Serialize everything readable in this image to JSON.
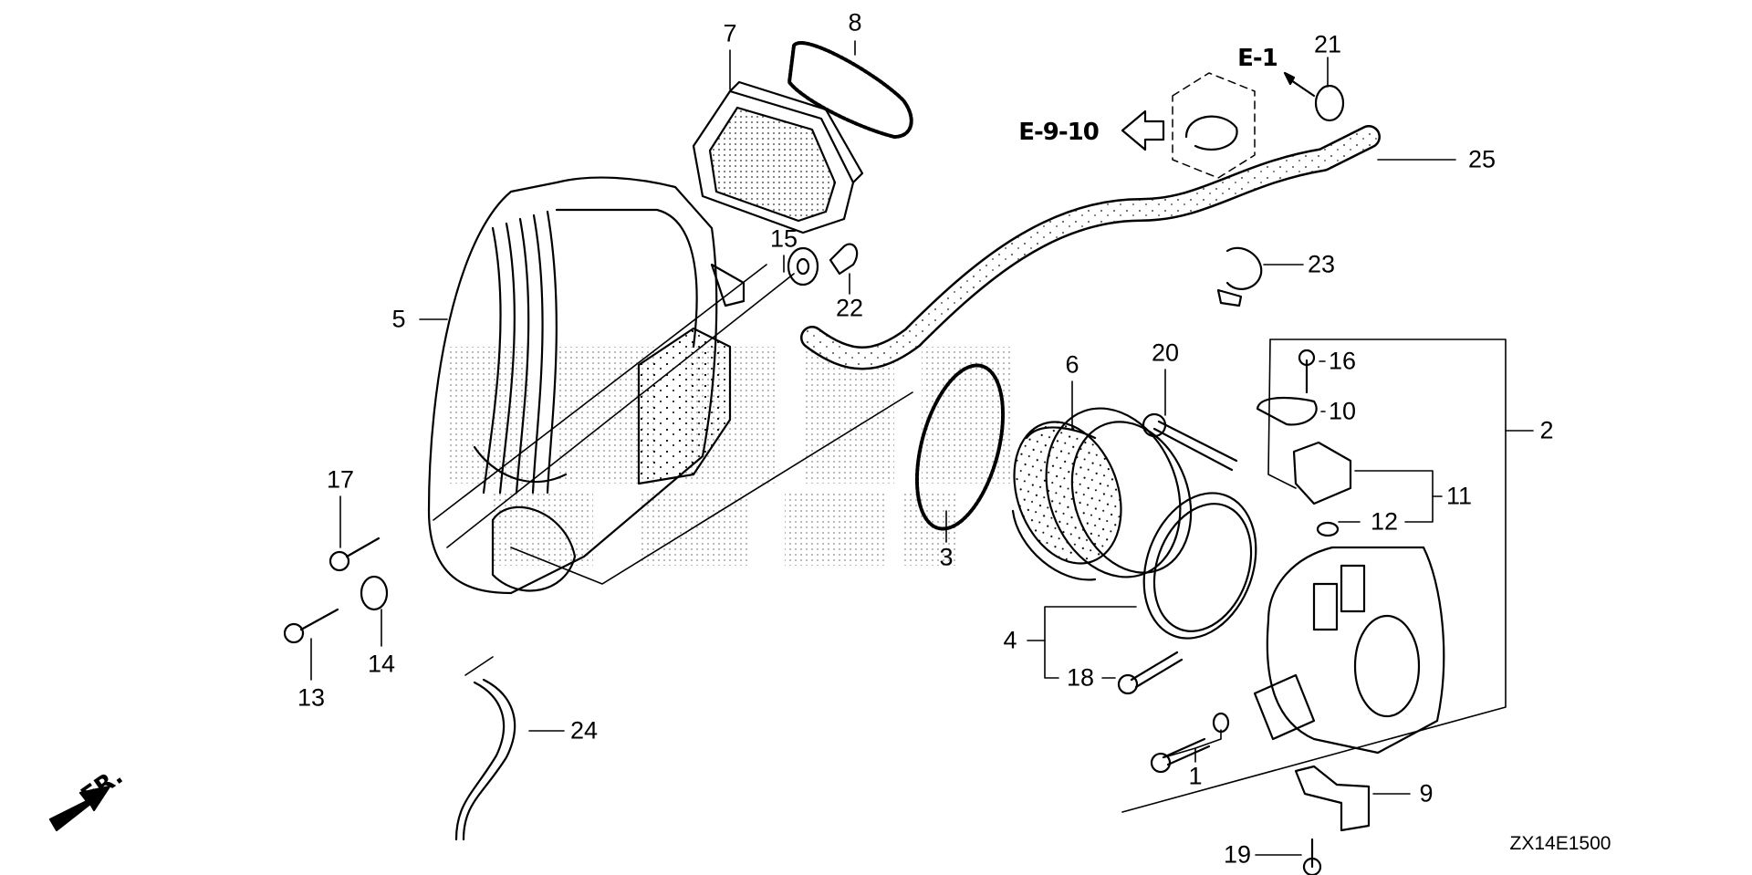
{
  "diagram": {
    "title": "Air cleaner / throttle body exploded parts diagram",
    "drawing_code": "ZX14E1500",
    "direction_marker": "FR.",
    "references": [
      {
        "id": "ref-e1",
        "text": "E-1"
      },
      {
        "id": "ref-e910",
        "text": "E-9-10"
      }
    ],
    "callouts": [
      {
        "num": "1"
      },
      {
        "num": "2"
      },
      {
        "num": "3"
      },
      {
        "num": "4"
      },
      {
        "num": "5"
      },
      {
        "num": "6"
      },
      {
        "num": "7"
      },
      {
        "num": "8"
      },
      {
        "num": "9"
      },
      {
        "num": "10"
      },
      {
        "num": "11"
      },
      {
        "num": "12"
      },
      {
        "num": "13"
      },
      {
        "num": "14"
      },
      {
        "num": "15"
      },
      {
        "num": "16"
      },
      {
        "num": "17"
      },
      {
        "num": "18"
      },
      {
        "num": "19"
      },
      {
        "num": "20"
      },
      {
        "num": "21"
      },
      {
        "num": "22"
      },
      {
        "num": "23"
      },
      {
        "num": "24"
      },
      {
        "num": "25"
      }
    ]
  },
  "colors": {
    "line": "#000000",
    "background": "#ffffff",
    "watermark": "#9a9a9a"
  }
}
